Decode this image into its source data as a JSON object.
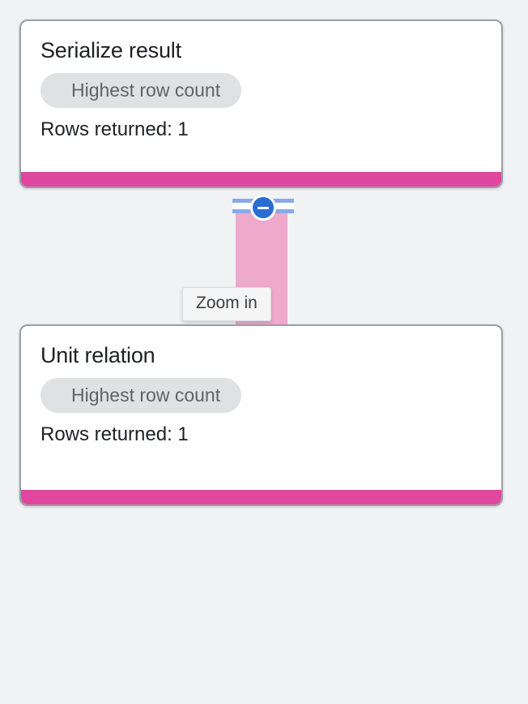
{
  "canvas": {
    "background_color": "#f1f2f4"
  },
  "nodes": [
    {
      "id": "serialize-result",
      "title": "Serialize result",
      "chip_label": "Highest row count",
      "rows_label": "Rows returned: 1",
      "accent_color": "#e0479e",
      "border_color": "#9aa0a6"
    },
    {
      "id": "unit-relation",
      "title": "Unit relation",
      "chip_label": "Highest row count",
      "rows_label": "Rows returned: 1",
      "accent_color": "#e0479e",
      "border_color": "#9aa0a6"
    }
  ],
  "edge": {
    "color": "#efa9cd",
    "control": {
      "icon": "minus-circle-icon",
      "circle_color": "#2b6cd4",
      "stripe_color": "#8aa9e8"
    }
  },
  "tooltip": {
    "text": "Zoom in",
    "background_color": "#f5f5f5",
    "text_color": "#3c4043"
  }
}
